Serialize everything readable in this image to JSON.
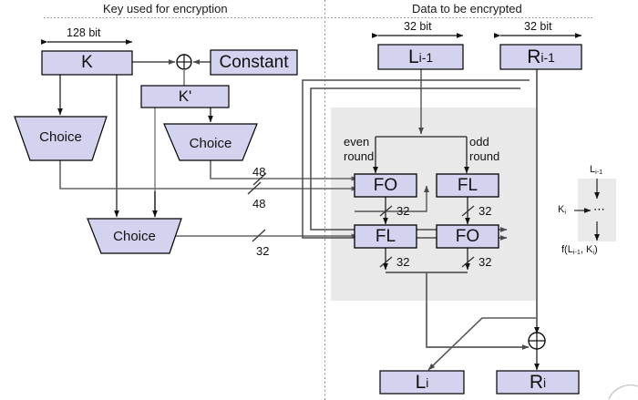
{
  "diagram": {
    "title": "Feistel round structure with key schedule",
    "headers": {
      "left": "Key used for encryption",
      "right": "Data to be encrypted"
    },
    "colors": {
      "box_fill": "#d3d3ef",
      "box_stroke": "#000000",
      "region_fill": "#e9e9e9",
      "wire": "#5a5a5a",
      "wire_dark": "#1a1a1a",
      "divider": "#999999",
      "text": "#111111"
    },
    "key_side": {
      "width_label": "128 bit",
      "key_box": "K",
      "constant_box": "Constant",
      "kprime_box": "K'",
      "xor_symbol": "⊕",
      "choice_boxes": [
        {
          "label": "Choice",
          "id": "choice-k"
        },
        {
          "label": "Choice",
          "id": "choice-kprime"
        },
        {
          "label": "Choice",
          "id": "choice-bottom"
        }
      ],
      "bus_labels": [
        "48",
        "48",
        "32"
      ]
    },
    "data_side": {
      "width_labels": [
        "32 bit",
        "32 bit"
      ],
      "input_left": {
        "base": "L",
        "sub": "i-1"
      },
      "input_right": {
        "base": "R",
        "sub": "i-1"
      },
      "round_labels": {
        "even": "even\nround",
        "even_line1": "even",
        "even_line2": "round",
        "odd_line1": "odd",
        "odd_line2": "round"
      },
      "functions": [
        {
          "label": "FO",
          "id": "fo-even"
        },
        {
          "label": "FL",
          "id": "fl-odd"
        },
        {
          "label": "FL",
          "id": "fl-even"
        },
        {
          "label": "FO",
          "id": "fo-odd"
        }
      ],
      "bus_labels": [
        "32",
        "32",
        "32",
        "32"
      ],
      "xor_symbol": "⊕",
      "output_left": {
        "base": "L",
        "sub": "i"
      },
      "output_right": {
        "base": "R",
        "sub": "i"
      }
    },
    "legend": {
      "input_base": "L",
      "input_sub": "i-1",
      "key_base": "K",
      "key_sub": "i",
      "ellipsis": "⋯",
      "output_text": "f(L",
      "output_sub1": "i-1",
      "output_mid": ", K",
      "output_sub2": "i",
      "output_end": ")"
    }
  }
}
